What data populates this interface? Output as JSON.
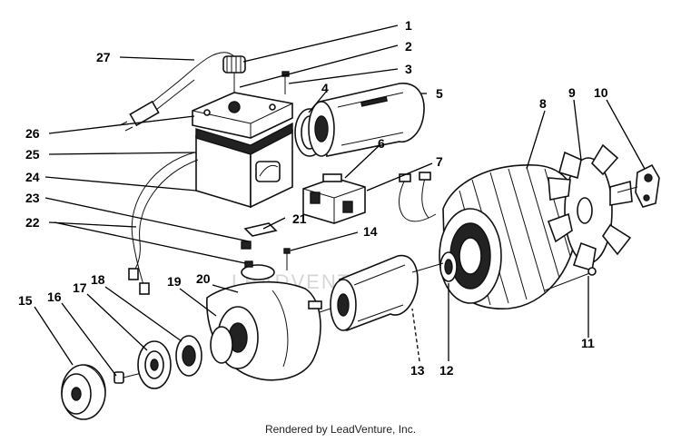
{
  "footer": {
    "credit": "Rendered by LeadVenture, Inc."
  },
  "watermark": {
    "text": "LEADVENTURE"
  },
  "callouts": [
    {
      "id": "1",
      "label": "1"
    },
    {
      "id": "2",
      "label": "2"
    },
    {
      "id": "3",
      "label": "3"
    },
    {
      "id": "4",
      "label": "4"
    },
    {
      "id": "5",
      "label": "5"
    },
    {
      "id": "6",
      "label": "6"
    },
    {
      "id": "7",
      "label": "7"
    },
    {
      "id": "8",
      "label": "8"
    },
    {
      "id": "9",
      "label": "9"
    },
    {
      "id": "10",
      "label": "10"
    },
    {
      "id": "11",
      "label": "11"
    },
    {
      "id": "12",
      "label": "12"
    },
    {
      "id": "13",
      "label": "13"
    },
    {
      "id": "14",
      "label": "14"
    },
    {
      "id": "15",
      "label": "15"
    },
    {
      "id": "16",
      "label": "16"
    },
    {
      "id": "17",
      "label": "17"
    },
    {
      "id": "18",
      "label": "18"
    },
    {
      "id": "19",
      "label": "19"
    },
    {
      "id": "20",
      "label": "20"
    },
    {
      "id": "21",
      "label": "21"
    },
    {
      "id": "22",
      "label": "22"
    },
    {
      "id": "23",
      "label": "23"
    },
    {
      "id": "24",
      "label": "24"
    },
    {
      "id": "25",
      "label": "25"
    },
    {
      "id": "26",
      "label": "26"
    },
    {
      "id": "27",
      "label": "27"
    }
  ]
}
